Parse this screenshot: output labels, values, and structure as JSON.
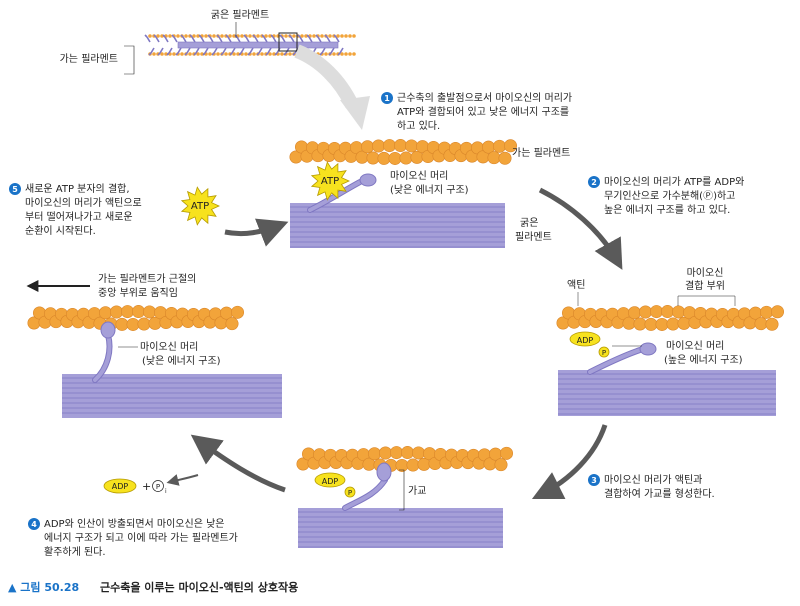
{
  "colors": {
    "actin": "#f2a43a",
    "actin_dark": "#d9862a",
    "myosin": "#a59fd8",
    "myosin_line": "#7f77c2",
    "adp_fill": "#f7e21e",
    "accent_blue": "#1a73c8",
    "arrow_gray": "#5a5a5a"
  },
  "top": {
    "thick_label": "굵은 필라멘트",
    "thin_label": "가는 필라멘트"
  },
  "labels": {
    "thin_filament": "가는 필라멘트",
    "thick_filament_1": "굵은",
    "thick_filament_2": "필라멘트",
    "myosin_head_low_1": "마이오신 머리",
    "myosin_head_low_2": "(낮은 에너지 구조)",
    "myosin_head_high_1": "마이오신 머리",
    "myosin_head_high_2": "(높은 에너지 구조)",
    "actin": "액틴",
    "binding_site_1": "마이오신",
    "binding_site_2": "결합 부위",
    "cross_bridge": "가교",
    "move_1": "가는 필라멘트가 근절의",
    "move_2": "중앙 부위로 움직임",
    "atp": "ATP",
    "adp": "ADP",
    "pi": "P",
    "pi_sub": "i"
  },
  "steps": [
    {
      "num": "1",
      "lines": [
        "근수축의 출발점으로서 마이오신의 머리가",
        "ATP와 결합되어 있고 낮은 에너지 구조를",
        "하고 있다."
      ]
    },
    {
      "num": "2",
      "lines": [
        "마이오신의 머리가 ATP를 ADP와",
        "무기인산으로 가수분해(Ⓟ)하고",
        "높은 에너지 구조를 하고 있다."
      ]
    },
    {
      "num": "3",
      "lines": [
        "마이오신 머리가 액틴과",
        "결합하여 가교를 형성한다."
      ]
    },
    {
      "num": "4",
      "lines": [
        "ADP와 인산이 방출되면서 마이오신은 낮은",
        "에너지 구조가 되고 이에 따라 가는 필라멘트가",
        "활주하게 된다."
      ]
    },
    {
      "num": "5",
      "lines": [
        "새로운 ATP 분자의 결합,",
        "마이오신의 머리가 액틴으로",
        "부터 떨어져나가고 새로운",
        "순환이 시작된다."
      ]
    }
  ],
  "caption": {
    "figure": "▲ 그림 50.28",
    "title": "근수축을 이루는 마이오신-액틴의 상호작용"
  }
}
